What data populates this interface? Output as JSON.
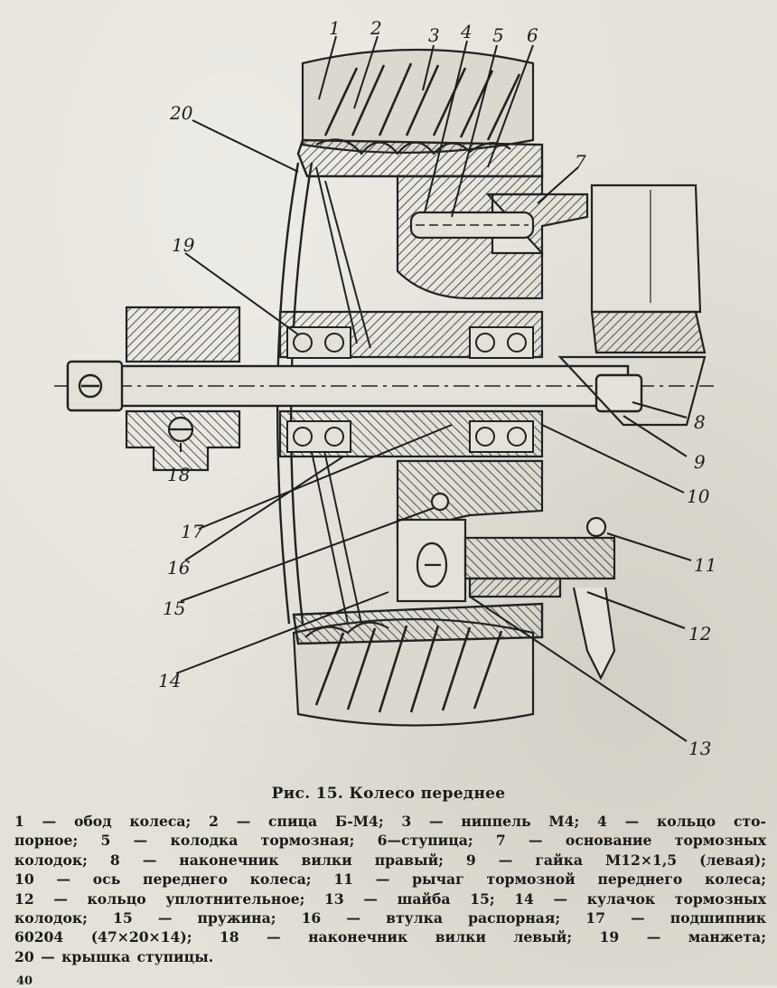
{
  "figure": {
    "callouts": [
      "1",
      "2",
      "3",
      "4",
      "5",
      "6",
      "7",
      "8",
      "9",
      "10",
      "11",
      "12",
      "13",
      "14",
      "15",
      "16",
      "17",
      "18",
      "19",
      "20"
    ]
  },
  "caption": "Рис. 15. Колесо переднее",
  "legend_lines": [
    "1 — обод колеса; 2 — спица Б-М4; 3 — ниппель М4; 4 — кольцо сто-",
    "порное; 5 — колодка тормозная; 6—ступица; 7 — основание тормозных",
    "колодок; 8 — наконечник вилки правый; 9 — гайка М12×1,5 (левая);",
    "10 — ось переднего колеса; 11 — рычаг тормозной переднего колеса;",
    "12 — кольцо уплотнительное; 13 — шайба 15; 14 — кулачок тормозных",
    "колодок; 15 — пружина; 16 — втулка распорная; 17 — подшипник",
    "60204 (47×20×14); 18 — наконечник вилки левый; 19 — манжета;",
    "20 — крышка ступицы."
  ],
  "page_number": "40"
}
